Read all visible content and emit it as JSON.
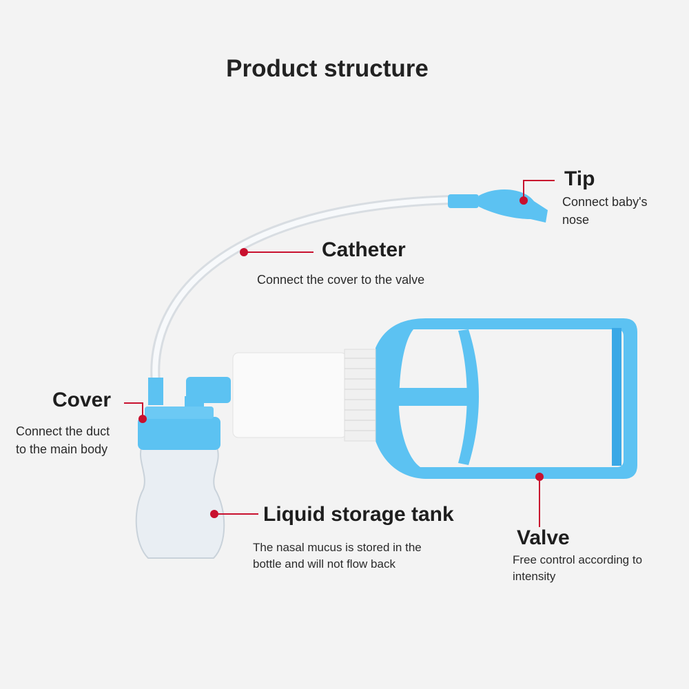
{
  "title": "Product structure",
  "parts": {
    "tip": {
      "label": "Tip",
      "desc": [
        "Connect baby's",
        "nose"
      ]
    },
    "catheter": {
      "label": "Catheter",
      "desc": [
        "Connect the cover to the valve"
      ]
    },
    "cover": {
      "label": "Cover",
      "desc": [
        "Connect the duct",
        "to the main body"
      ]
    },
    "tank": {
      "label": "Liquid storage tank",
      "desc": [
        "The nasal mucus is stored in the",
        "bottle and will not flow back"
      ]
    },
    "valve": {
      "label": "Valve",
      "desc": [
        "Free control according to",
        "intensity"
      ]
    }
  },
  "colors": {
    "accent_blue": "#5cc2f2",
    "marker_red": "#c8102e",
    "background": "#f3f3f3"
  }
}
